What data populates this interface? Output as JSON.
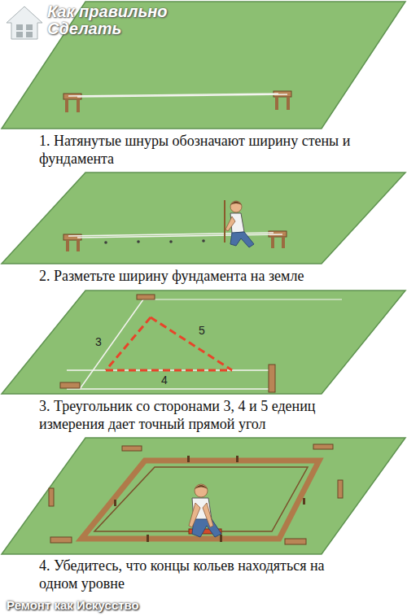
{
  "diagram": {
    "labels": [
      "Как правильно Сделать",
      "1. Натянутые шнуры обозначают ширину стены и фундамента",
      "2. Разметьте ширину фундамента на земле",
      "3",
      "5",
      "4",
      "3. Треугольник со сторонами 3, 4 и 5 едениц измерения дает точный прямой угол",
      "4. Убедитесь, что концы кольев находяться на одном уровне",
      "Ремонт как Искусство"
    ]
  }
}
